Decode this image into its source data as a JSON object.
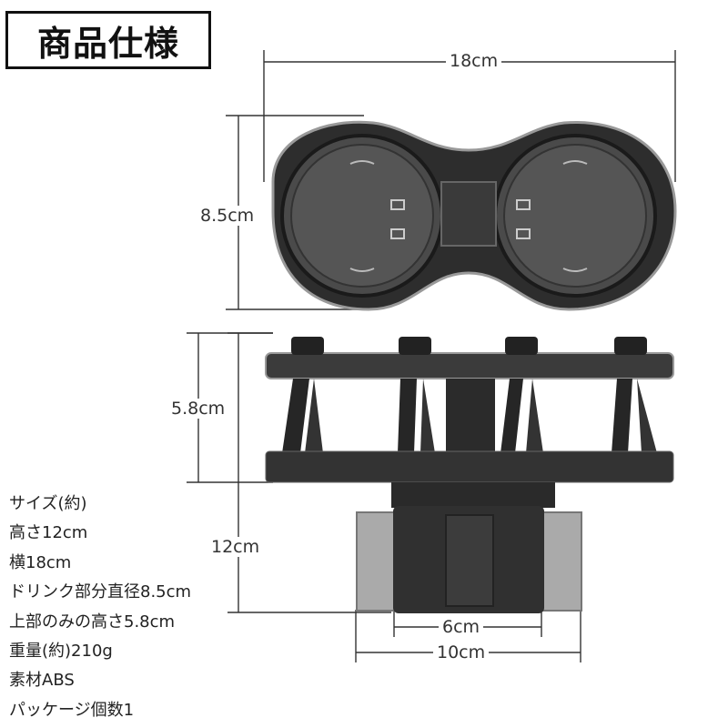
{
  "title": "商品仕様",
  "dimensions": {
    "width_top": "18cm",
    "cup_diameter": "8.5cm",
    "upper_height": "5.8cm",
    "total_height": "12cm",
    "base_inner": "6cm",
    "base_outer": "10cm"
  },
  "specs": [
    "サイズ(約)",
    "高さ12cm",
    "横18cm",
    "ドリンク部分直径8.5cm",
    "上部のみの高さ5.8cm",
    "重量(約)210g",
    "素材ABS",
    "パッケージ個数1"
  ]
}
